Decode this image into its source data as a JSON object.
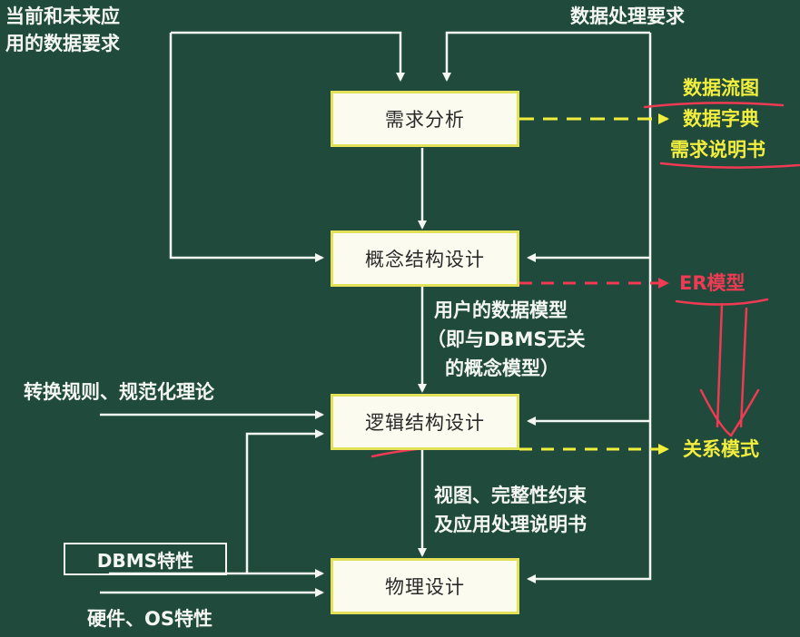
{
  "boxes": {
    "requirements_analysis": "需求分析",
    "conceptual_design": "概念结构设计",
    "logical_design": "逻辑结构设计",
    "physical_design": "物理设计"
  },
  "inputs": {
    "data_requirements_line1": "当前和未来应",
    "data_requirements_line2": "用的数据要求",
    "processing_requirements": "数据处理要求",
    "conversion_rules": "转换规则、规范化理论",
    "dbms_features": "DBMS特性",
    "hardware_os": "硬件、OS特性"
  },
  "intermediate": {
    "user_model_line1": "用户的数据模型",
    "user_model_line2": "（即与DBMS无关",
    "user_model_line3": "的概念模型）",
    "views_line1": "视图、完整性约束",
    "views_line2": "及应用处理说明书"
  },
  "outputs": {
    "req_items": [
      "数据流图",
      "数据字典",
      "需求说明书"
    ],
    "er_model": "ER模型",
    "relational_schema": "关系模式"
  },
  "colors": {
    "board": "#1f4a3c",
    "box_border": "#e3e05a",
    "output_yellow": "#f2ee3e",
    "annotation_red": "#ee3a52"
  }
}
